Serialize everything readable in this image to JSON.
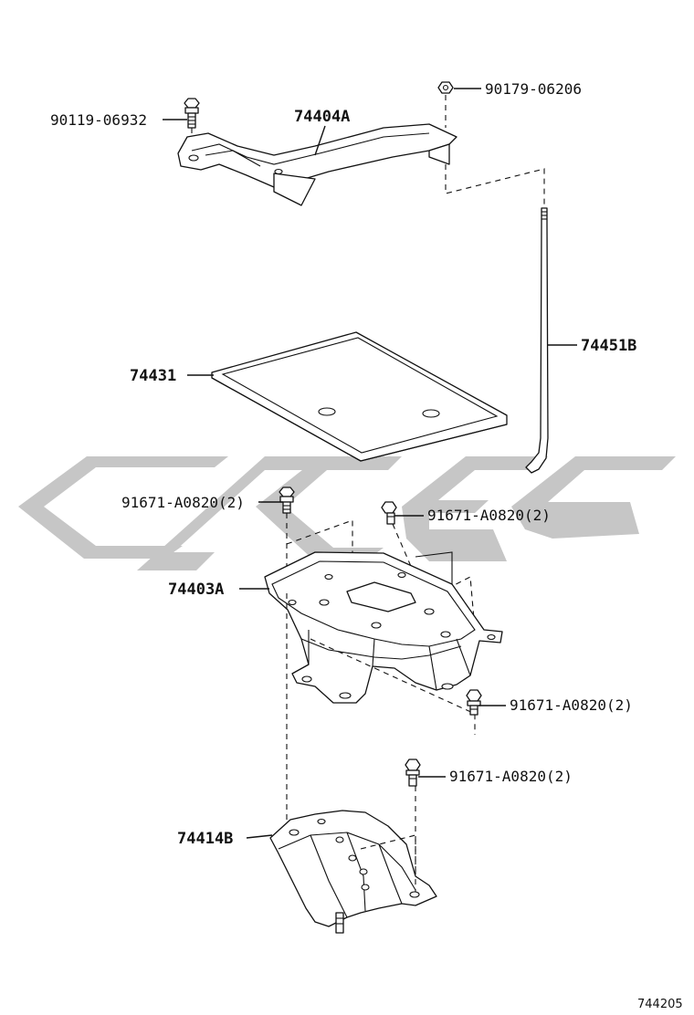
{
  "callouts": {
    "c1": "90119-06932",
    "c2": "74404A",
    "c3": "90179-06206",
    "c4": "74451B",
    "c5": "74431",
    "c6": "91671-A0820(2)",
    "c7": "91671-A0820(2)",
    "c8": "74403A",
    "c9": "91671-A0820(2)",
    "c10": "91671-A0820(2)",
    "c11": "74414B"
  },
  "figure_number": "744205",
  "colors": {
    "line": "#111111",
    "watermark": "#c6c6c6",
    "background": "#ffffff"
  }
}
